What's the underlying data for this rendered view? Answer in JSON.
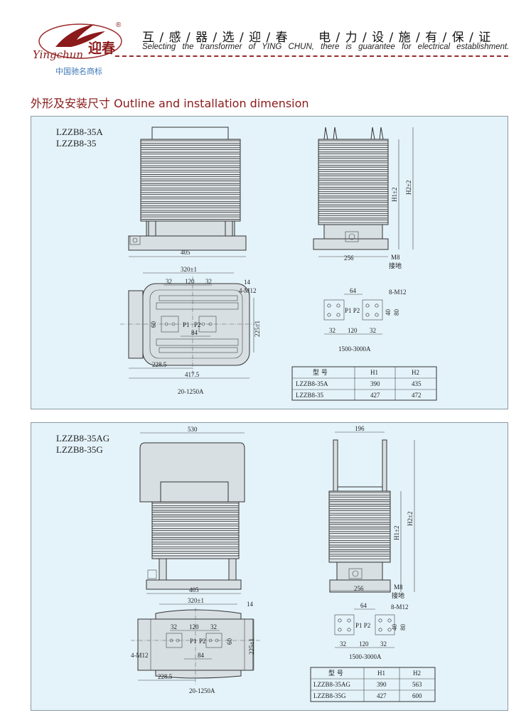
{
  "header": {
    "brand_logo_text": "Yingchun 迎春",
    "registered_mark": "®",
    "slogan_cn": "互 / 感 / 器 / 选 / 迎 / 春　　 电 / 力 / 设 / 施 / 有 / 保 / 证",
    "slogan_en": "Selecting the transformer of YING CHUN, there is guarantee for electrical establishment.",
    "trademark_note": "中国驰名商标",
    "colors": {
      "brand": "#8b1a1a",
      "trademark": "#3f77b8",
      "panel_bg": "#e4f3fa"
    }
  },
  "section_title": "外形及安装尺寸 Outline and installation dimension",
  "panels": [
    {
      "models": [
        "LZZB8-35A",
        "LZZB8-35"
      ],
      "front": {
        "width_dim": "405"
      },
      "side": {
        "width_dim": "256",
        "h1": "H1±2",
        "h2": "H2±2",
        "ground_bolt": "M8",
        "ground_label": "接地"
      },
      "plan": {
        "dim_320": "320±1",
        "d32a": "32",
        "d120": "120",
        "d32b": "32",
        "d14": "14",
        "bolts": "4-M12",
        "d60": "60",
        "p1": "P1",
        "p2": "P2",
        "d84": "84",
        "d225": "225±1",
        "d228": "228.5",
        "d417": "417.5",
        "rating": "20-1250A"
      },
      "busbar": {
        "d64": "64",
        "bolts": "8-M12",
        "p1p2": "P1 P2",
        "d40": "40",
        "d80": "80",
        "d32a": "32",
        "d120": "120",
        "d32b": "32",
        "rating": "1500-3000A"
      },
      "table": {
        "headers": [
          "型 号",
          "H1",
          "H2"
        ],
        "rows": [
          [
            "LZZB8-35A",
            "390",
            "435"
          ],
          [
            "LZZB8-35",
            "427",
            "472"
          ]
        ]
      }
    },
    {
      "models": [
        "LZZB8-35AG",
        "LZZB8-35G"
      ],
      "front": {
        "top_dim": "530",
        "width_dim": "405"
      },
      "side": {
        "top_dim": "196",
        "width_dim": "256",
        "h1": "H1±2",
        "h2": "H2±2",
        "ground_bolt": "M8",
        "ground_label": "接地"
      },
      "plan": {
        "dim_320": "320±1",
        "d32a": "32",
        "d120": "120",
        "d32b": "32",
        "d14": "14",
        "bolts": "4-M12",
        "d60": "60",
        "p1": "P1",
        "p2": "P2",
        "d84": "84",
        "d225": "225±1",
        "d228": "228.5",
        "rating": "20-1250A"
      },
      "busbar": {
        "d64": "64",
        "bolts": "8-M12",
        "p1p2": "P1 P2",
        "d40": "40",
        "d80": "80",
        "d32a": "32",
        "d120": "120",
        "d32b": "32",
        "rating": "1500-3000A"
      },
      "table": {
        "headers": [
          "型 号",
          "H1",
          "H2"
        ],
        "rows": [
          [
            "LZZB8-35AG",
            "390",
            "563"
          ],
          [
            "LZZB8-35G",
            "427",
            "600"
          ]
        ]
      }
    }
  ]
}
